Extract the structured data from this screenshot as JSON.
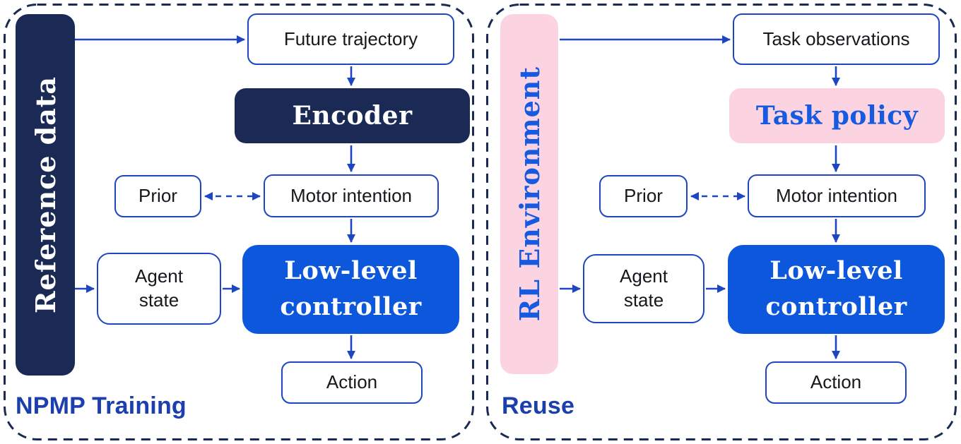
{
  "diagram": {
    "left_panel": {
      "label": "NPMP Training",
      "source_bar": "Reference data",
      "nodes": {
        "future_trajectory": "Future trajectory",
        "encoder": "Encoder",
        "prior": "Prior",
        "motor_intention": "Motor intention",
        "agent_state": "Agent state",
        "low_level_controller": "Low-level controller",
        "action": "Action"
      }
    },
    "right_panel": {
      "label": "Reuse",
      "source_bar": "RL Environment",
      "nodes": {
        "task_observations": "Task observations",
        "task_policy": "Task policy",
        "prior": "Prior",
        "motor_intention": "Motor intention",
        "agent_state": "Agent state",
        "low_level_controller": "Low-level controller",
        "action": "Action"
      }
    },
    "colors": {
      "navy": "#1b2a55",
      "royal_blue": "#0d57dc",
      "pink": "#fcd3e1",
      "arrow_blue": "#1e46c0",
      "label_blue": "#1c3fae",
      "serif_blue": "#155ae0",
      "text_dark": "#17181c"
    }
  }
}
